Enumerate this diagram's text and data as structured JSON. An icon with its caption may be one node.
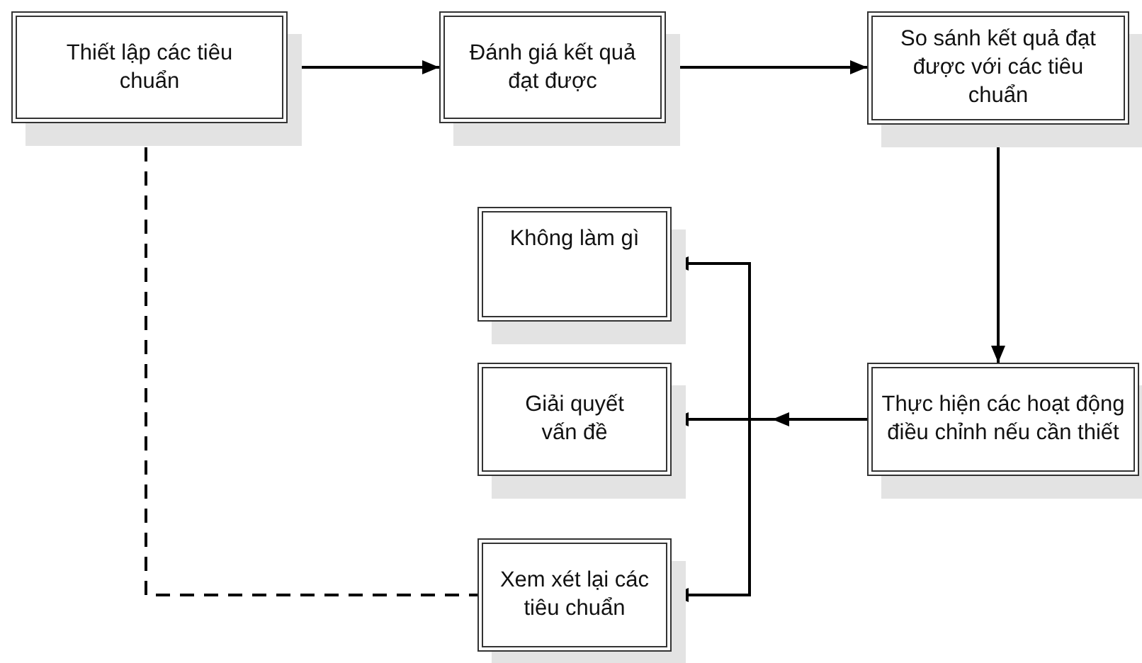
{
  "diagram": {
    "nodes": [
      {
        "text": [
          "Thiết lập các tiêu chuẩn"
        ]
      },
      {
        "text": [
          "Đánh giá kết quả đạt được"
        ]
      },
      {
        "text": [
          "So sánh kết quả đạt được với các tiêu chuẩn"
        ]
      },
      {
        "text": [
          "Không làm gì"
        ]
      },
      {
        "text": [
          "Giải quyết vấn đề"
        ]
      },
      {
        "text": [
          "Xem xét lại các tiêu chuẩn"
        ]
      },
      {
        "text": [
          "Thực hiện các hoạt động điều chỉnh nếu cần thiết"
        ]
      }
    ],
    "edges": [
      {
        "from": 0,
        "to": 1,
        "arrow": "to"
      },
      {
        "from": 1,
        "to": 2,
        "arrow": "to"
      },
      {
        "from": 2,
        "to": 6,
        "arrow": "to"
      },
      {
        "from": 6,
        "to": 3,
        "arrow": "to"
      },
      {
        "from": 6,
        "to": 4,
        "arrow": "to"
      },
      {
        "from": 6,
        "to": 5,
        "arrow": "to"
      },
      {
        "from": 0,
        "to": 5,
        "arrow": "none",
        "style": "dashed"
      }
    ]
  }
}
